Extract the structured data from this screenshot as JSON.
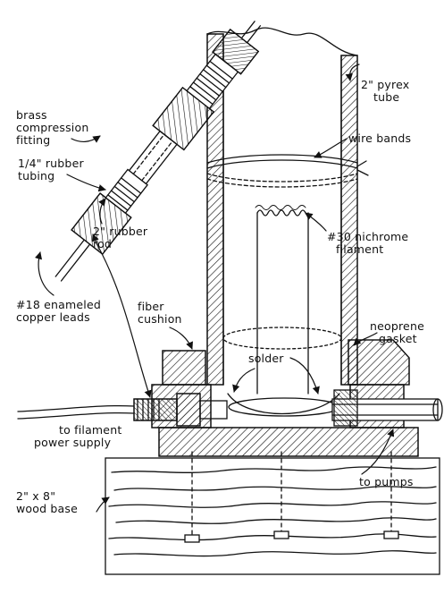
{
  "labels": {
    "brass_fitting": [
      "brass",
      "compression",
      "fitting"
    ],
    "rubber_tubing": [
      "1/4\" rubber",
      "tubing"
    ],
    "rubber_rod": [
      "2\" rubber",
      "rod"
    ],
    "enameled_leads": [
      "#18 enameled",
      "copper leads"
    ],
    "fiber_cushion": [
      "fiber",
      "cushion"
    ],
    "pyrex_tube": [
      "2\" pyrex",
      "tube"
    ],
    "wire_bands": "wire bands",
    "nichrome": [
      "#30 nichrome",
      "filament"
    ],
    "neoprene": [
      "neoprene",
      "gasket"
    ],
    "solder": "solder",
    "power_supply": [
      "to filament",
      "power supply"
    ],
    "pumps": "to pumps",
    "wood_base": [
      "2\" x 8\"",
      "wood base"
    ]
  }
}
